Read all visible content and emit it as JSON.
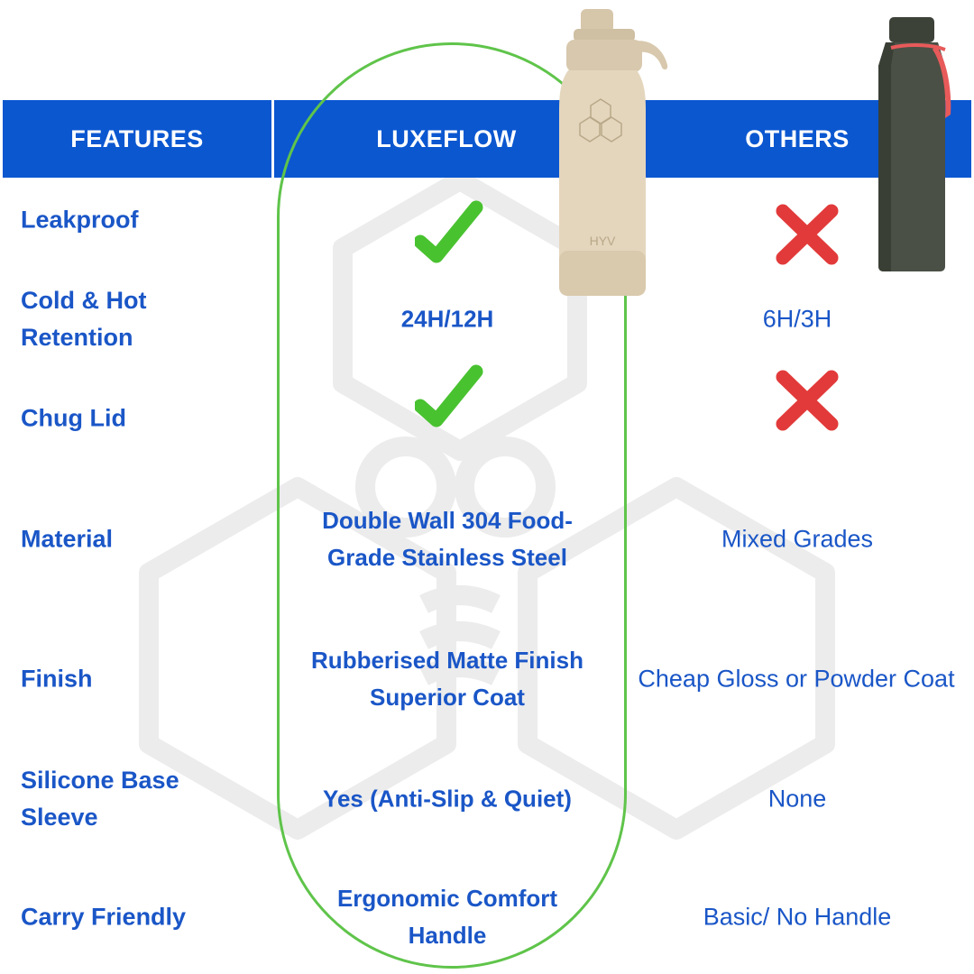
{
  "header": {
    "features": "FEATURES",
    "luxeflow": "LUXEFLOW",
    "others": "OTHERS"
  },
  "rows": [
    {
      "feature": "Leakproof",
      "luxeflow": "",
      "others": "",
      "luxeflow_icon": "check-icon",
      "others_icon": "cross-icon"
    },
    {
      "feature": "Cold & Hot Retention",
      "luxeflow": "24H/12H",
      "others": "6H/3H"
    },
    {
      "feature": "Chug Lid",
      "luxeflow": "",
      "others": "",
      "luxeflow_icon": "check-icon",
      "others_icon": "cross-icon"
    },
    {
      "feature": "Material",
      "luxeflow": "Double Wall 304 Food-Grade Stainless Steel",
      "others": "Mixed Grades"
    },
    {
      "feature": "Finish",
      "luxeflow": "Rubberised Matte Finish Superior Coat",
      "others": "Cheap Gloss or Powder Coat"
    },
    {
      "feature": "Silicone Base Sleeve",
      "luxeflow": "Yes (Anti-Slip & Quiet)",
      "others": "None"
    },
    {
      "feature": "Carry Friendly",
      "luxeflow": "Ergonomic Comfort Handle",
      "others": "Basic/ No Handle"
    }
  ],
  "product": {
    "bottle_text": "HYV"
  },
  "colors": {
    "header_bg": "#0b57d0",
    "text_blue": "#1a56c7",
    "highlight_green": "#5fc44a",
    "check_green": "#49c230",
    "cross_red": "#e23a3a"
  }
}
